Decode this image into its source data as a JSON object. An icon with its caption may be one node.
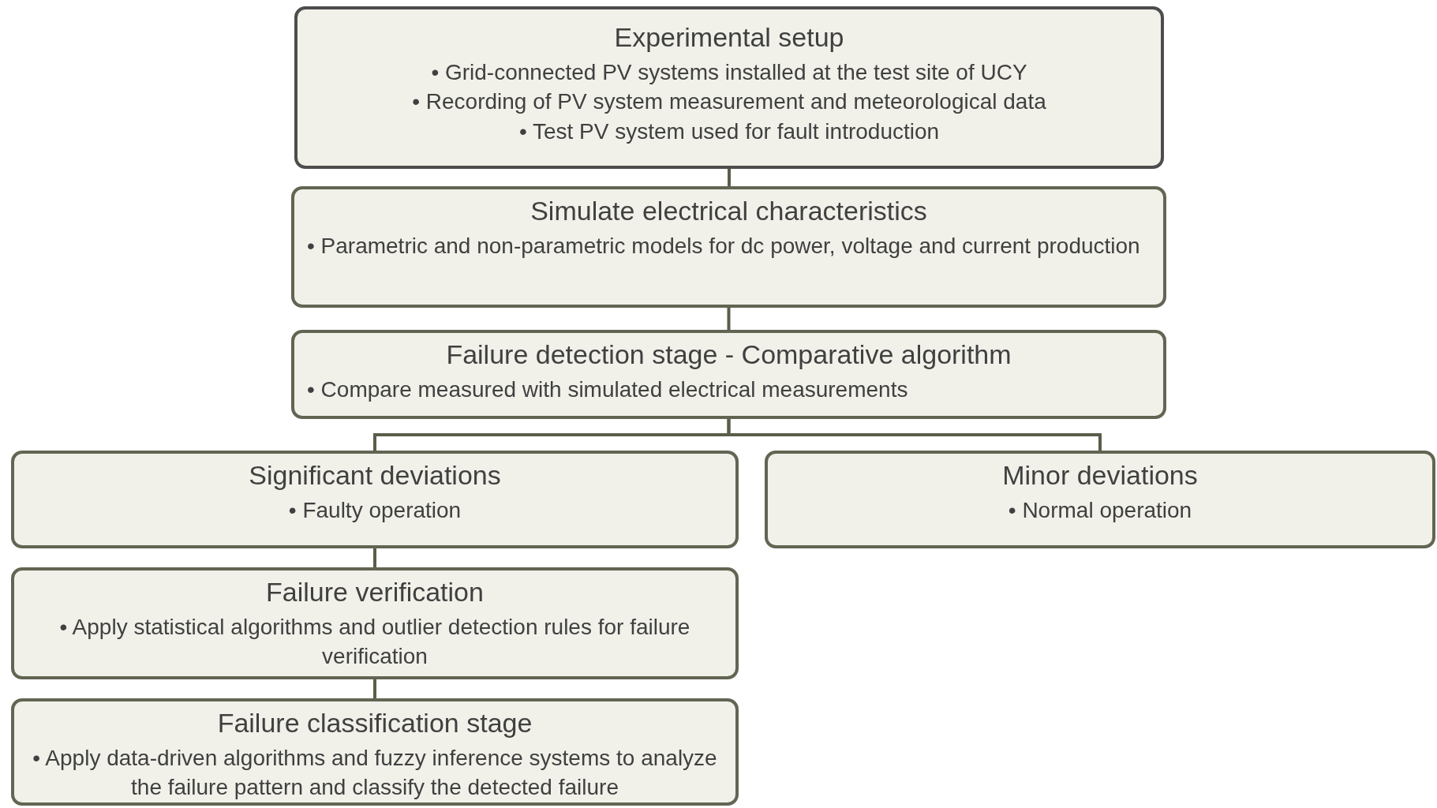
{
  "diagram": {
    "nodes": [
      {
        "text": [
          "Experimental setup",
          "• Grid-connected PV systems installed at the test site of UCY",
          "• Recording of PV system measurement and meteorological data",
          "• Test PV system used for fault introduction"
        ]
      },
      {
        "text": [
          "Simulate electrical characteristics",
          "• Parametric and non-parametric models for dc power, voltage and current production"
        ]
      },
      {
        "text": [
          "Failure detection stage - Comparative algorithm",
          "• Compare measured with simulated electrical measurements"
        ]
      },
      {
        "text": [
          "Significant deviations",
          "• Faulty operation"
        ]
      },
      {
        "text": [
          "Minor deviations",
          "• Normal operation"
        ]
      },
      {
        "text": [
          "Failure verification",
          "• Apply statistical algorithms and outlier detection rules for failure verification"
        ]
      },
      {
        "text": [
          "Failure classification stage",
          "• Apply data-driven algorithms and fuzzy inference systems to analyze the failure pattern and classify the detected failure"
        ]
      }
    ],
    "edges": [
      {
        "from": 0,
        "to": 1,
        "arrow": "none"
      },
      {
        "from": 1,
        "to": 2,
        "arrow": "none"
      },
      {
        "from": 2,
        "to": 3,
        "arrow": "none"
      },
      {
        "from": 2,
        "to": 4,
        "arrow": "none"
      },
      {
        "from": 3,
        "to": 5,
        "arrow": "none"
      },
      {
        "from": 5,
        "to": 6,
        "arrow": "none"
      }
    ]
  }
}
